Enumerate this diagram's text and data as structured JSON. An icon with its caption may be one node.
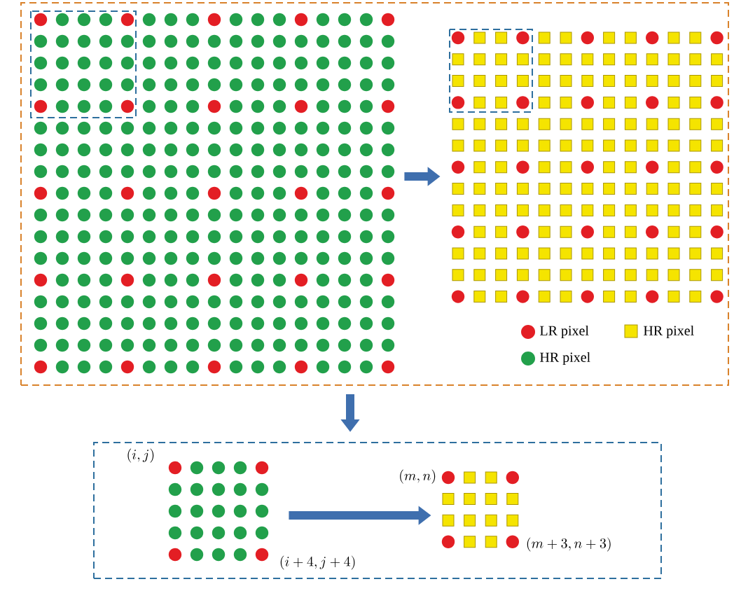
{
  "diagram": {
    "nodes": [
      {
        "text": [],
        "shape": "box"
      },
      {
        "text": [],
        "shape": "grid",
        "in": 0
      },
      {
        "text": [],
        "shape": "grid",
        "in": 0
      },
      {
        "text": [],
        "shape": "box"
      },
      {
        "text": [],
        "shape": "grid",
        "in": 3,
        "beside": [
          "(i, j)",
          "(i + 4, j + 4)"
        ]
      },
      {
        "text": [],
        "shape": "grid",
        "in": 3,
        "beside": [
          "(m, n)",
          "(m + 3, n + 3)"
        ]
      }
    ],
    "edges": [
      {
        "from": 1,
        "to": 2,
        "arrow": "to"
      },
      {
        "from": 0,
        "to": 3,
        "arrow": "to"
      },
      {
        "from": 4,
        "to": 5,
        "arrow": "to"
      }
    ],
    "legend": [
      {
        "text": "LR pixel",
        "color": "#e31e24"
      },
      {
        "text": "HR pixel",
        "color": "#f5e400"
      },
      {
        "text": "HR pixel",
        "color": "#22a04b"
      }
    ]
  }
}
